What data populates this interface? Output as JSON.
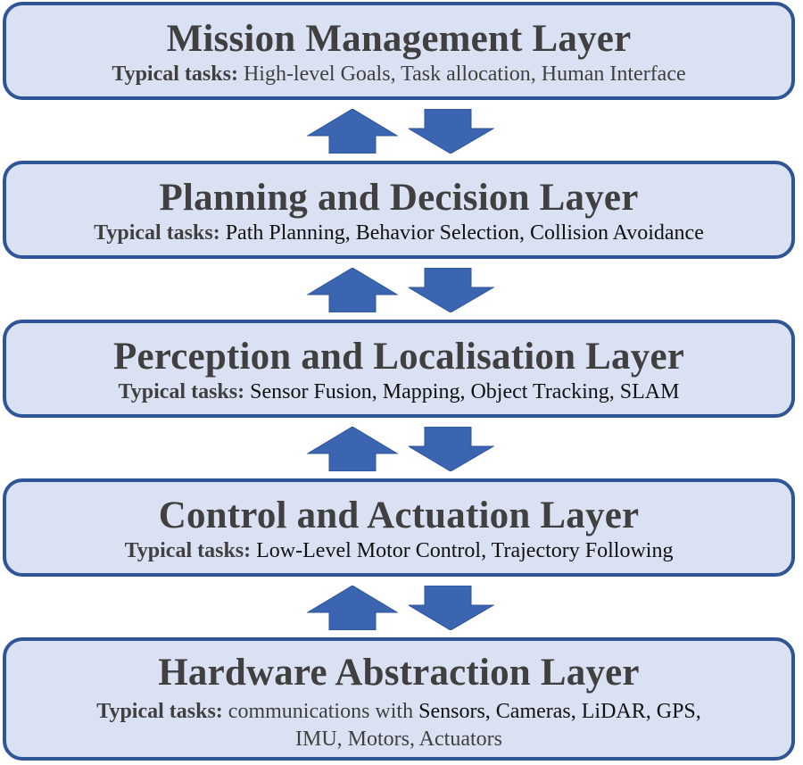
{
  "colors": {
    "box_fill": "#dae1f3",
    "box_border": "#2f5597",
    "arrow_fill": "#3b65b0",
    "text": "#404040"
  },
  "tasks_label": "Typical tasks:",
  "layers": [
    {
      "title": "Mission Management Layer",
      "tasks": "High-level Goals, Task allocation, Human Interface"
    },
    {
      "title": "Planning and Decision Layer",
      "tasks": "Path Planning, Behavior Selection, Collision Avoidance"
    },
    {
      "title": "Perception and Localisation Layer",
      "tasks": "Sensor Fusion, Mapping, Object Tracking, SLAM"
    },
    {
      "title": "Control and Actuation Layer",
      "tasks": "Low-Level Motor Control, Trajectory Following"
    },
    {
      "title": "Hardware Abstraction Layer",
      "tasks_prefix": "communications with",
      "tasks": "Sensors, Cameras, LiDAR, GPS,",
      "tasks_line2": "IMU, Motors, Actuators"
    }
  ],
  "arrows": [
    {
      "between": "Mission Management Layer / Planning and Decision Layer",
      "directions": [
        "up",
        "down"
      ]
    },
    {
      "between": "Planning and Decision Layer / Perception and Localisation Layer",
      "directions": [
        "up",
        "down"
      ]
    },
    {
      "between": "Perception and Localisation Layer / Control and Actuation Layer",
      "directions": [
        "up",
        "down"
      ]
    },
    {
      "between": "Control and Actuation Layer / Hardware Abstraction Layer",
      "directions": [
        "up",
        "down"
      ]
    }
  ]
}
